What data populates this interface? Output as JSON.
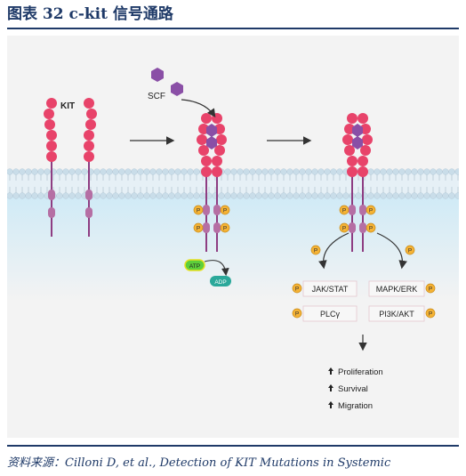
{
  "figure": {
    "title": "图表 32   c-kit 信号通路",
    "source": "资料来源：Cilloni D, et al., Detection of KIT Mutations in Systemic"
  },
  "diagram": {
    "kit_label": "KIT",
    "ligand_label": "SCF",
    "atp_label": "ATP",
    "adp_label": "ADP",
    "phospho_label": "P",
    "pathways": [
      "JAK/STAT",
      "PLCγ",
      "MAPK/ERK",
      "PI3K/AKT"
    ],
    "outcomes": [
      "Proliferation",
      "Survival",
      "Migration"
    ]
  },
  "colors": {
    "heading": "#1f3a68",
    "receptor_bead": "#e8436a",
    "receptor_stalk": "#8e3d82",
    "ligand": "#8a4fa6",
    "phosphate": "#f5b335",
    "atp": "#5dcf3a",
    "adp": "#2aa89a",
    "membrane_head": "#c9dde9",
    "cytoplasm": "#cde9f5",
    "background": "#f3f3f3"
  }
}
